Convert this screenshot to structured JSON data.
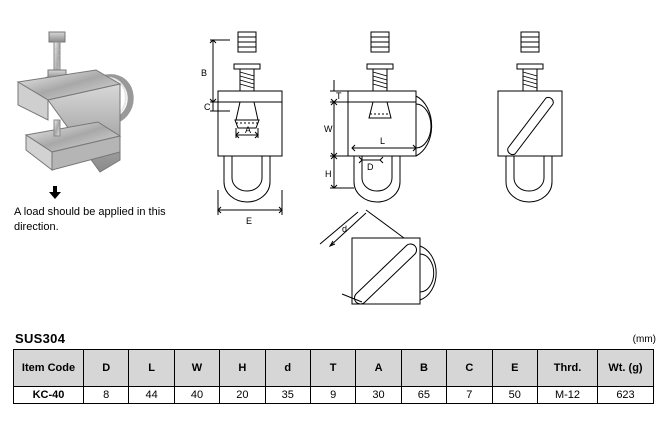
{
  "caption": {
    "load_note": "A load should be applied in this direction."
  },
  "drawing_labels": [
    "B",
    "C",
    "A",
    "E",
    "T",
    "W",
    "L",
    "H",
    "D",
    "d"
  ],
  "material": "SUS304",
  "units": "(mm)",
  "table": {
    "headers": [
      "Item Code",
      "D",
      "L",
      "W",
      "H",
      "d",
      "T",
      "A",
      "B",
      "C",
      "E",
      "Thrd.",
      "Wt. (g)"
    ],
    "rows": [
      [
        "KC-40",
        "8",
        "44",
        "40",
        "20",
        "35",
        "9",
        "30",
        "65",
        "7",
        "50",
        "M-12",
        "623"
      ]
    ]
  }
}
